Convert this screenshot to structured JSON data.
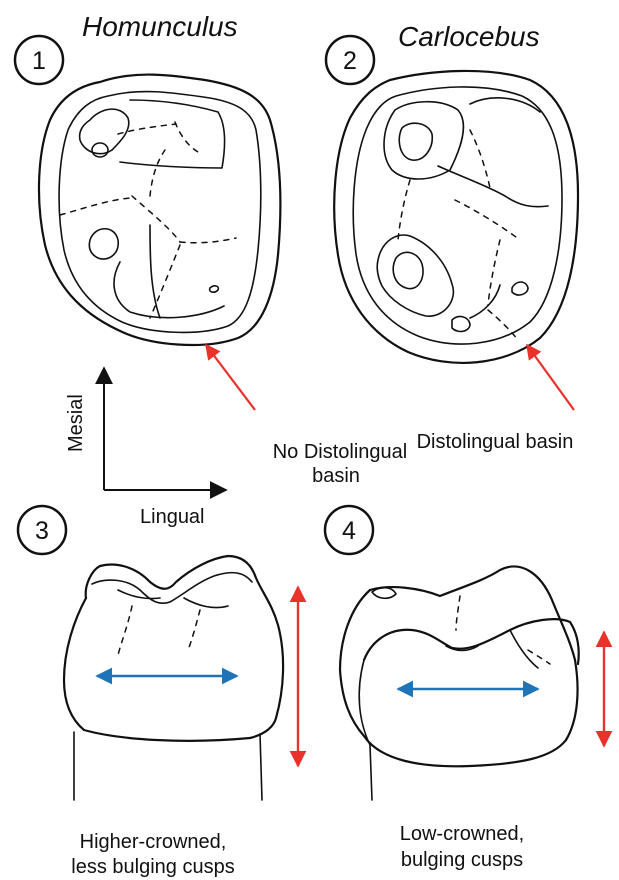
{
  "panels": [
    {
      "number": "1",
      "title": "Homunculus",
      "annotation_lines": [
        "No Distolingual",
        "basin"
      ]
    },
    {
      "number": "2",
      "title": "Carlocebus",
      "annotation_lines": [
        "Distolingual basin"
      ]
    },
    {
      "number": "3",
      "caption_lines": [
        "Higher-crowned,",
        "less bulging cusps"
      ]
    },
    {
      "number": "4",
      "caption_lines": [
        "Low-crowned,",
        "bulging cusps"
      ]
    }
  ],
  "orientation": {
    "vertical_axis": "Mesial",
    "horizontal_axis": "Lingual"
  },
  "colors": {
    "outline": "#111111",
    "pointer_arrow": "#e8322b",
    "height_arrow": "#e8322b",
    "width_arrow": "#1f74b8"
  }
}
